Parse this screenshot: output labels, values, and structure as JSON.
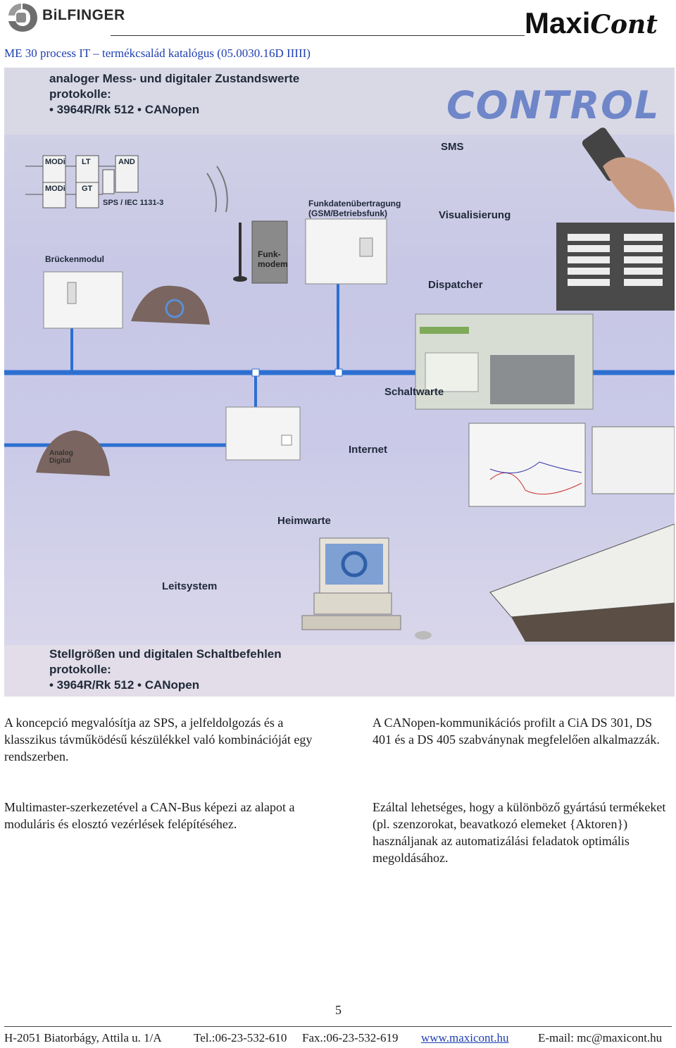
{
  "header": {
    "logo_text": "BiLFINGER",
    "brand_main": "Maxi",
    "brand_script": "Cont",
    "subtitle": "ME 30 process IT – termékcsalád katalógus (05.0030.16D IIIII)"
  },
  "diagram": {
    "top_heading": [
      "analoger Mess- und digitaler Zustandswerte",
      "protokolle:",
      "• 3964R/Rk 512 • CANopen"
    ],
    "bottom_heading": [
      "Stellgrößen und digitalen Schaltbefehlen",
      "protokolle:",
      "• 3964R/Rk 512 • CANopen"
    ],
    "control_word": "CONTROL",
    "labels": {
      "sms": "SMS",
      "visualisierung": "Visualisierung",
      "dispatcher": "Dispatcher",
      "funk": [
        "Funkdatenübertragung",
        "(GSM/Betriebsfunk)"
      ],
      "funkmodem": [
        "Funk-",
        "modem"
      ],
      "brueckenmodul": "Brückenmodul",
      "schaltwarte": "Schaltwarte",
      "internet": "Internet",
      "heimwarte": "Heimwarte",
      "leitsystem": "Leitsystem",
      "analog_digital": [
        "Analog",
        "Digital"
      ],
      "sps": "SPS / IEC 1131-3",
      "fb_modi_1": "MODi",
      "fb_lt": "LT",
      "fb_and": "AND",
      "fb_modi_2": "MODi",
      "fb_gt": "GT"
    }
  },
  "body": {
    "left_p1": "A koncepció megvalósítja az SPS, a jelfeldolgozás és a klasszikus távműködésű készülékkel való kombinációját egy rendszerben.",
    "left_p2": "Multimaster-szerkezetével a CAN-Bus képezi az alapot a moduláris és elosztó vezérlések felépítéséhez.",
    "right_p1": "A CANopen-kommunikációs profilt a CiA DS 301, DS 401 és a DS 405 szabványnak megfelelően alkalmazzák.",
    "right_p2": "Ezáltal lehetséges, hogy a különböző gyártású termékeket (pl. szenzorokat, beavatkozó elemeket {Aktoren}) használjanak az automatizálási feladatok optimális megoldásához."
  },
  "page_number": "5",
  "footer": {
    "address": "H-2051 Biatorbágy, Attila u. 1/A",
    "tel": "Tel.:06-23-532-610",
    "fax": "Fax.:06-23-532-619",
    "web": "www.maxicont.hu",
    "email": "E-mail: mc@maxicont.hu"
  },
  "colors": {
    "subtitle_blue": "#1f3fb0",
    "bus_blue": "#2c6fd1",
    "diagram_bg": "#cfcfe6",
    "control_blue": "#6f86c8"
  }
}
